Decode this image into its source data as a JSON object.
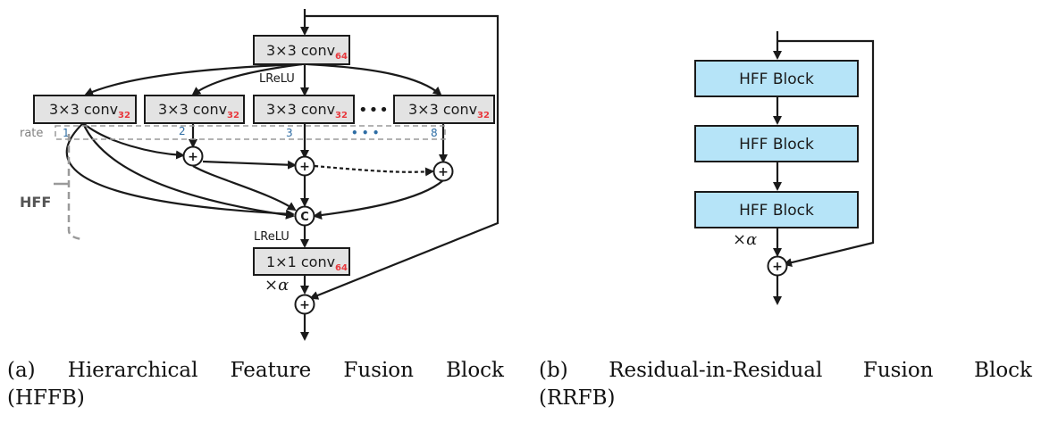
{
  "hffb": {
    "top_conv": {
      "label": "3×3 conv",
      "sub": "64"
    },
    "branch_convs": [
      {
        "label": "3×3 conv",
        "sub": "32"
      },
      {
        "label": "3×3 conv",
        "sub": "32"
      },
      {
        "label": "3×3 conv",
        "sub": "32"
      },
      {
        "label": "3×3 conv",
        "sub": "32"
      }
    ],
    "ellipsis": "•••",
    "lrelu_top": "LReLU",
    "rate_label": "rate",
    "rates": [
      "1",
      "2",
      "3",
      "8"
    ],
    "rate_ellipsis": "• • •",
    "hff_label": "HFF",
    "concat_symbol": "C",
    "lrelu_bottom": "LReLU",
    "final_conv": {
      "label": "1×1 conv",
      "sub": "64"
    },
    "alpha": "×α",
    "add_symbol": "+"
  },
  "rrfb": {
    "blocks": [
      "HFF Block",
      "HFF Block",
      "HFF Block"
    ],
    "alpha": "×α",
    "block_color": "#b6e4f8"
  },
  "captions": {
    "a_line1": [
      "(a)",
      "Hierarchical",
      "Feature",
      "Fusion",
      "Block"
    ],
    "a_line2": "(HFFB)",
    "b_line1": [
      "(b)",
      "Residual-in-Residual",
      "Fusion",
      "Block"
    ],
    "b_line2": "(RRFB)"
  },
  "colors": {
    "conv_fill": "#e3e3e3",
    "sub_red": "#e8383d",
    "rate_blue": "#2e6da4",
    "dash_gray": "#9a9a9a"
  }
}
